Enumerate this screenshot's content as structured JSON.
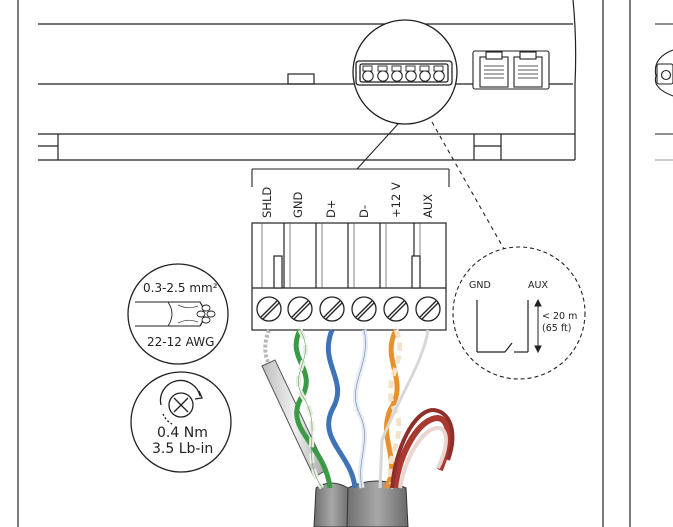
{
  "terminal": {
    "labels": [
      "SHLD",
      "GND",
      "D+",
      "D-",
      "+12 V",
      "AUX"
    ]
  },
  "wire_spec": {
    "cross_section": "0.3-2.5 mm²",
    "gauge": "22-12 AWG"
  },
  "torque": {
    "metric": "0.4 Nm",
    "imperial": "3.5 Lb-in"
  },
  "aux_detail": {
    "gnd_label": "GND",
    "aux_label": "AUX",
    "distance_metric": "< 20 m",
    "distance_imperial": "(65 ft)"
  },
  "colors": {
    "line": "#222222",
    "green_wire": "#3a9a45",
    "blue_wire": "#3f73b8",
    "orange_wire": "#e8902a",
    "red_wire": "#a83a32",
    "cable_grey": "#8f8f8f"
  }
}
